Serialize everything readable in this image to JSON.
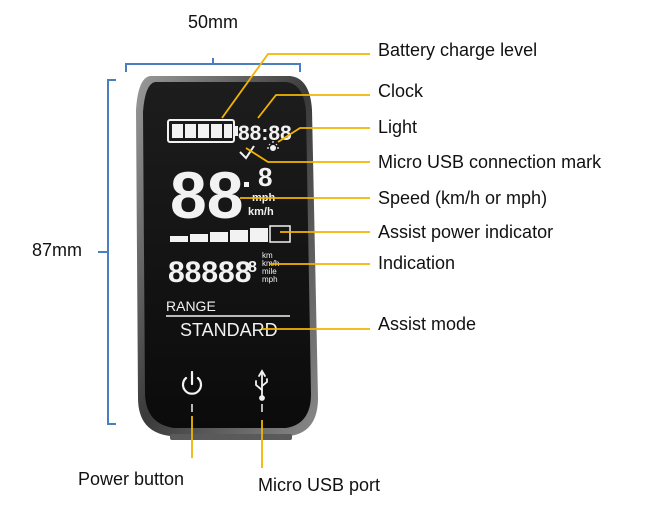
{
  "dimensions": {
    "width_label": "50mm",
    "height_label": "87mm"
  },
  "callouts": {
    "battery": "Battery charge level",
    "clock": "Clock",
    "light": "Light",
    "usb_mark": "Micro USB connection mark",
    "speed": "Speed (km/h  or  mph)",
    "assist_power": "Assist power indicator",
    "indication": "Indication",
    "assist_mode": "Assist mode",
    "power_button": "Power button",
    "usb_port": "Micro USB port"
  },
  "display": {
    "clock": "88:88",
    "speed_big": "88",
    "speed_decimal": "8",
    "speed_unit_mph": "mph",
    "speed_unit_kmh": "km/h",
    "odometer": "88888",
    "odometer_decimal": "8",
    "odo_units": [
      "km",
      "km/h",
      "mile",
      "mph"
    ],
    "info_label": "RANGE",
    "assist_mode": "STANDARD"
  },
  "colors": {
    "leader_line": "#F2B400",
    "dimension_bracket": "#4A7EC0",
    "device_body": "#141414",
    "device_bezel": "#6f6f6f",
    "lcd_segment": "#f2f2f2"
  },
  "icons": {
    "power_button": "power-icon",
    "usb_port": "usb-icon",
    "light": "light-icon",
    "usb_mark": "usb-connection-mark-icon",
    "battery": "battery-icon"
  }
}
